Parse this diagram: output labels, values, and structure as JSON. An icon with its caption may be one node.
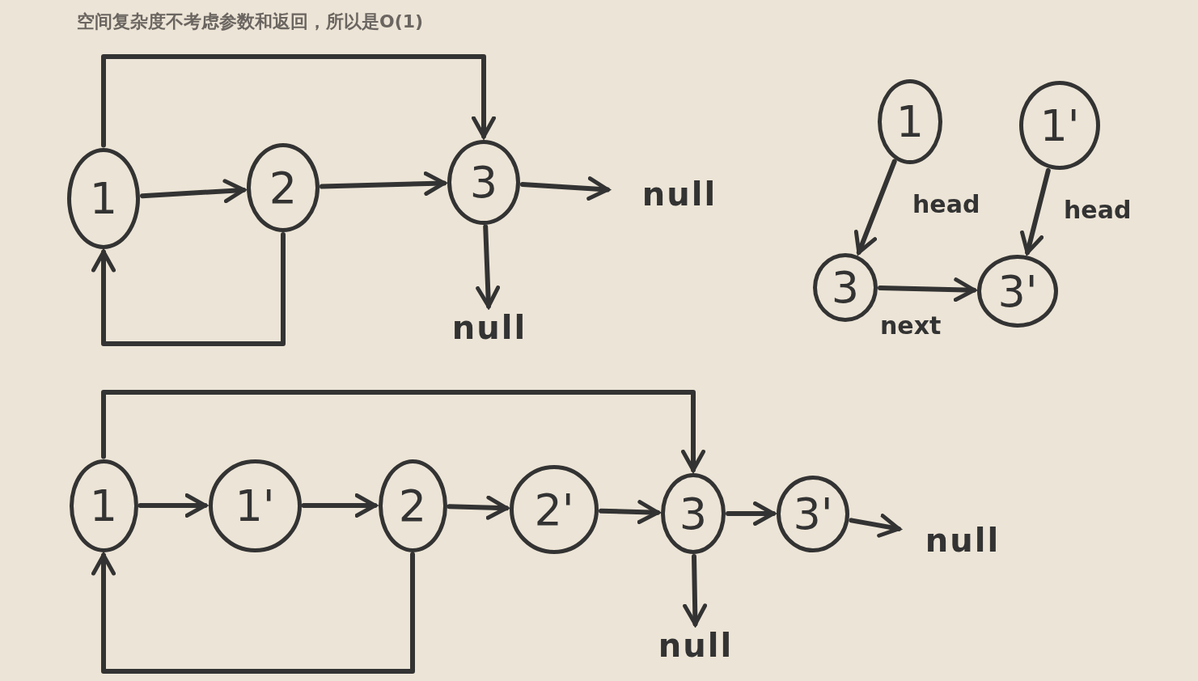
{
  "diagram": {
    "title": "空间复杂度不考虑参数和返回，所以是O(1)",
    "nodes": [
      {
        "text": [
          "1"
        ]
      },
      {
        "text": [
          "2"
        ]
      },
      {
        "text": [
          "3"
        ]
      },
      {
        "text": [
          "null"
        ]
      },
      {
        "text": [
          "null"
        ]
      },
      {
        "text": [
          "1"
        ]
      },
      {
        "text": [
          "1'"
        ]
      },
      {
        "text": [
          "3"
        ]
      },
      {
        "text": [
          "3'"
        ]
      },
      {
        "text": [
          "1"
        ]
      },
      {
        "text": [
          "1'"
        ]
      },
      {
        "text": [
          "2"
        ]
      },
      {
        "text": [
          "2'"
        ]
      },
      {
        "text": [
          "3"
        ]
      },
      {
        "text": [
          "3'"
        ]
      },
      {
        "text": [
          "null"
        ]
      },
      {
        "text": [
          "null"
        ]
      }
    ],
    "edges": [
      {
        "from": 0,
        "to": 1,
        "arrow": "to"
      },
      {
        "from": 1,
        "to": 2,
        "arrow": "to"
      },
      {
        "from": 2,
        "to": 3,
        "arrow": "to"
      },
      {
        "from": 2,
        "to": 4,
        "arrow": "to"
      },
      {
        "from": 0,
        "to": 2,
        "arrow": "to"
      },
      {
        "from": 1,
        "to": 0,
        "arrow": "to"
      },
      {
        "from": 5,
        "to": 7,
        "arrow": "to",
        "label": "head"
      },
      {
        "from": 6,
        "to": 8,
        "arrow": "to",
        "label": "head"
      },
      {
        "from": 7,
        "to": 8,
        "arrow": "to",
        "label": "next"
      },
      {
        "from": 9,
        "to": 10,
        "arrow": "to"
      },
      {
        "from": 10,
        "to": 11,
        "arrow": "to"
      },
      {
        "from": 11,
        "to": 12,
        "arrow": "to"
      },
      {
        "from": 12,
        "to": 13,
        "arrow": "to"
      },
      {
        "from": 13,
        "to": 14,
        "arrow": "to"
      },
      {
        "from": 14,
        "to": 15,
        "arrow": "to"
      },
      {
        "from": 13,
        "to": 16,
        "arrow": "to"
      },
      {
        "from": 9,
        "to": 13,
        "arrow": "to"
      },
      {
        "from": 11,
        "to": 9,
        "arrow": "to"
      }
    ]
  }
}
